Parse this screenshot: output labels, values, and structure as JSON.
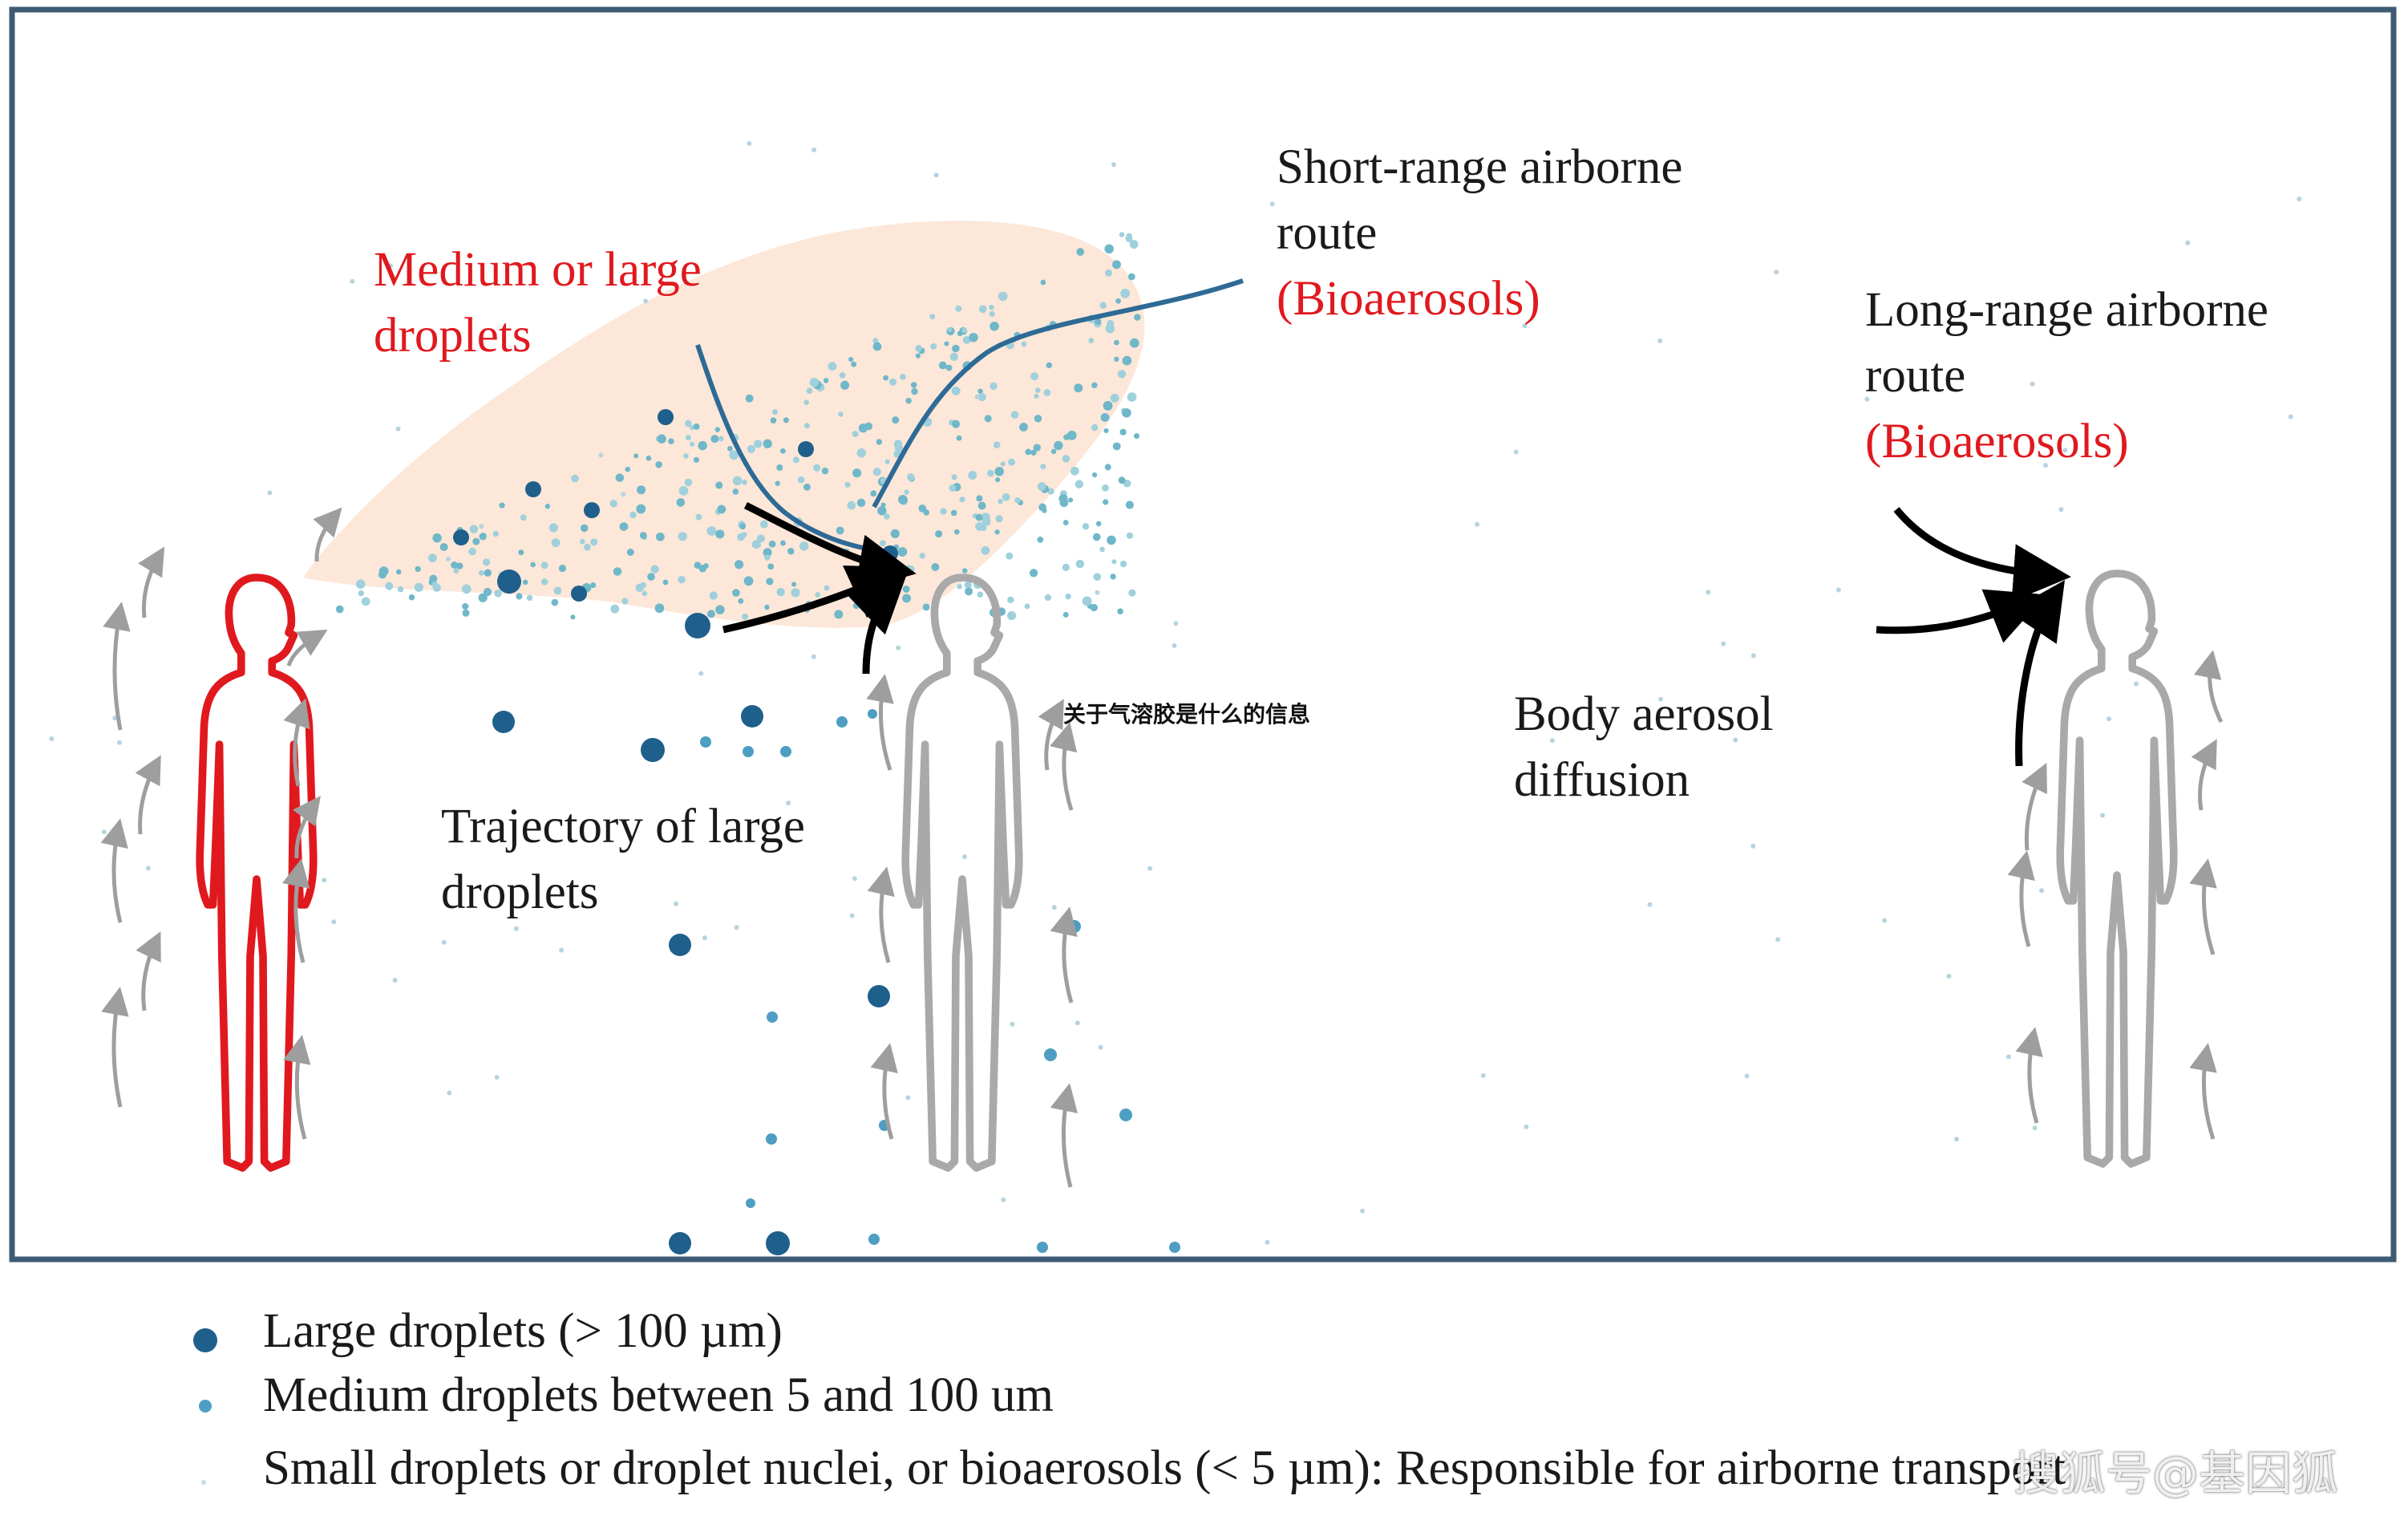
{
  "labels": {
    "medium_large_droplets": [
      "Medium or large",
      "droplets"
    ],
    "short_range": {
      "line1": "Short-range airborne",
      "line2": "route",
      "line3": "(Bioaerosols)"
    },
    "long_range": {
      "line1": "Long-range airborne",
      "line2": "route",
      "line3": "(Bioaerosols)"
    },
    "trajectory": [
      "Trajectory of large",
      "droplets"
    ],
    "body_aerosol": [
      "Body aerosol",
      "diffusion"
    ]
  },
  "legend": {
    "large": "Large droplets (> 100 µm)",
    "medium": "Medium droplets between 5 and 100 um",
    "small": "Small droplets or droplet nuclei, or bioaerosols (< 5 µm): Responsible for airborne transport"
  },
  "overlay_text": "关于气溶胶是什么的信息",
  "watermark": "搜狐号@基因狐",
  "colors": {
    "frame": "#3f5a73",
    "infected_person": "#e0191e",
    "healthy_person": "#a9a9a9",
    "cloud": "#fce4d4",
    "large_droplet": "#1f5f8b",
    "medium_droplet": "#6fb7c9",
    "flow_curve": "#2e6a96",
    "red_text": "#e0191e"
  },
  "icons": [
    "infected-person-figure",
    "exposed-person-figure",
    "distant-person-figure",
    "inhalation-arrow-icon",
    "body-plume-arrow-icon"
  ]
}
